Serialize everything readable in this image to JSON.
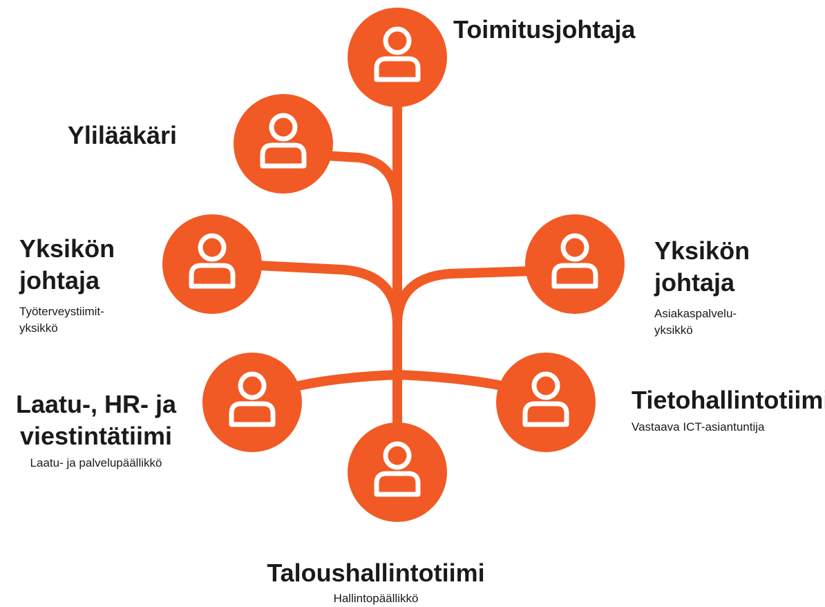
{
  "colors": {
    "accent": "#F15A24",
    "icon": "#ffffff",
    "text": "#1a1a1a",
    "background": "#ffffff"
  },
  "icon": "person-icon",
  "nodes": {
    "ceo": {
      "title": "Toimitusjohtaja",
      "subtitle": ""
    },
    "chief_physician": {
      "title": "Ylilääkäri",
      "subtitle": ""
    },
    "unit_head_left": {
      "title": "Yksikön\njohtaja",
      "subtitle": "Työterveystiimit-\nyksikkö"
    },
    "unit_head_right": {
      "title": "Yksikön\njohtaja",
      "subtitle": "Asiakaspalvelu-\nyksikkö"
    },
    "quality_team": {
      "title": "Laatu-, HR- ja\nviestintätiimi",
      "subtitle": "Laatu- ja palvelupäällikkö"
    },
    "it_team": {
      "title": "Tietohallintotiimi",
      "subtitle": "Vastaava ICT-asiantuntija"
    },
    "finance_team": {
      "title": "Taloushallintotiimi",
      "subtitle": "Hallintopäällikkö"
    }
  }
}
